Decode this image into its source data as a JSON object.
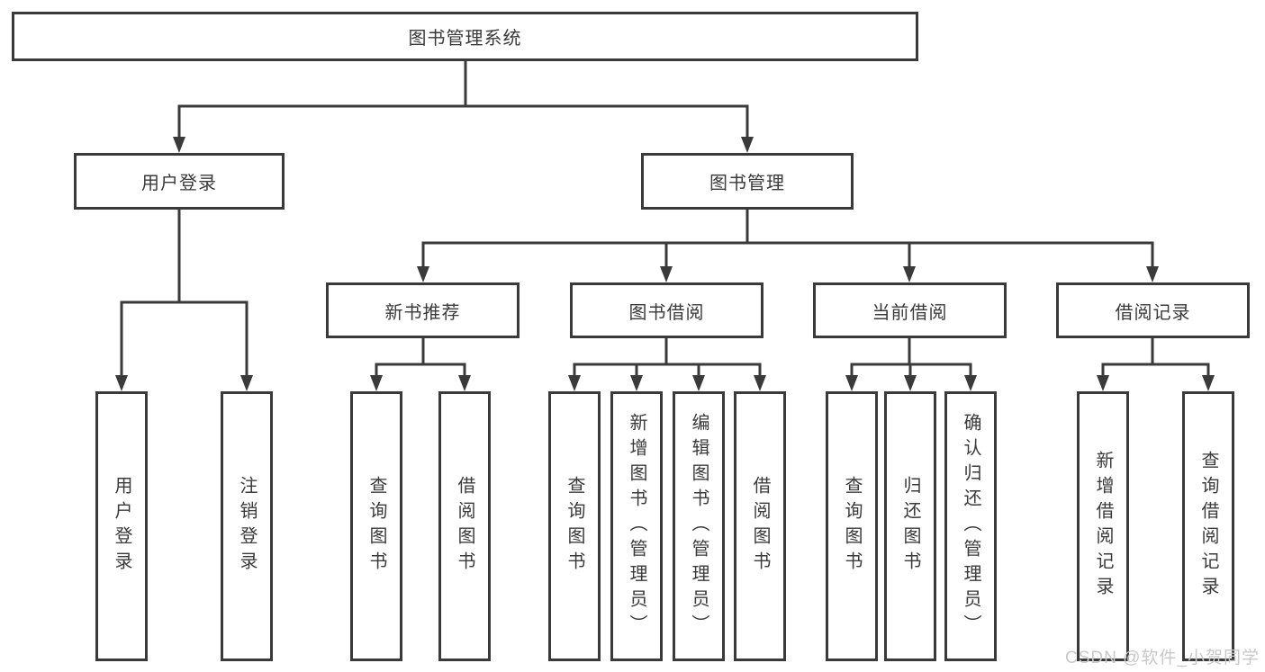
{
  "root": {
    "label": "图书管理系统"
  },
  "level2": [
    {
      "label": "用户登录"
    },
    {
      "label": "图书管理"
    }
  ],
  "level3": [
    {
      "label": "新书推荐",
      "parent": "图书管理"
    },
    {
      "label": "图书借阅",
      "parent": "图书管理"
    },
    {
      "label": "当前借阅",
      "parent": "图书管理"
    },
    {
      "label": "借阅记录",
      "parent": "图书管理"
    }
  ],
  "leaves": [
    {
      "label": "用户登录",
      "parent": "用户登录"
    },
    {
      "label": "注销登录",
      "parent": "用户登录"
    },
    {
      "label": "查询图书",
      "parent": "新书推荐"
    },
    {
      "label": "借阅图书",
      "parent": "新书推荐"
    },
    {
      "label": "查询图书",
      "parent": "图书借阅"
    },
    {
      "label": "新增图书（管理员）",
      "parent": "图书借阅"
    },
    {
      "label": "编辑图书（管理员）",
      "parent": "图书借阅"
    },
    {
      "label": "借阅图书",
      "parent": "图书借阅"
    },
    {
      "label": "查询图书",
      "parent": "当前借阅"
    },
    {
      "label": "归还图书",
      "parent": "当前借阅"
    },
    {
      "label": "确认归还（管理员）",
      "parent": "当前借阅"
    },
    {
      "label": "新增借阅记录",
      "parent": "借阅记录"
    },
    {
      "label": "查询借阅记录",
      "parent": "借阅记录"
    }
  ],
  "watermark": {
    "text": "CSDN @软件_小贺同学"
  },
  "colors": {
    "line": "#3a3a3a",
    "box_border": "#3a3a3a",
    "text": "#3a3a3a",
    "background": "#ffffff",
    "watermark": "#c8c8c8"
  }
}
